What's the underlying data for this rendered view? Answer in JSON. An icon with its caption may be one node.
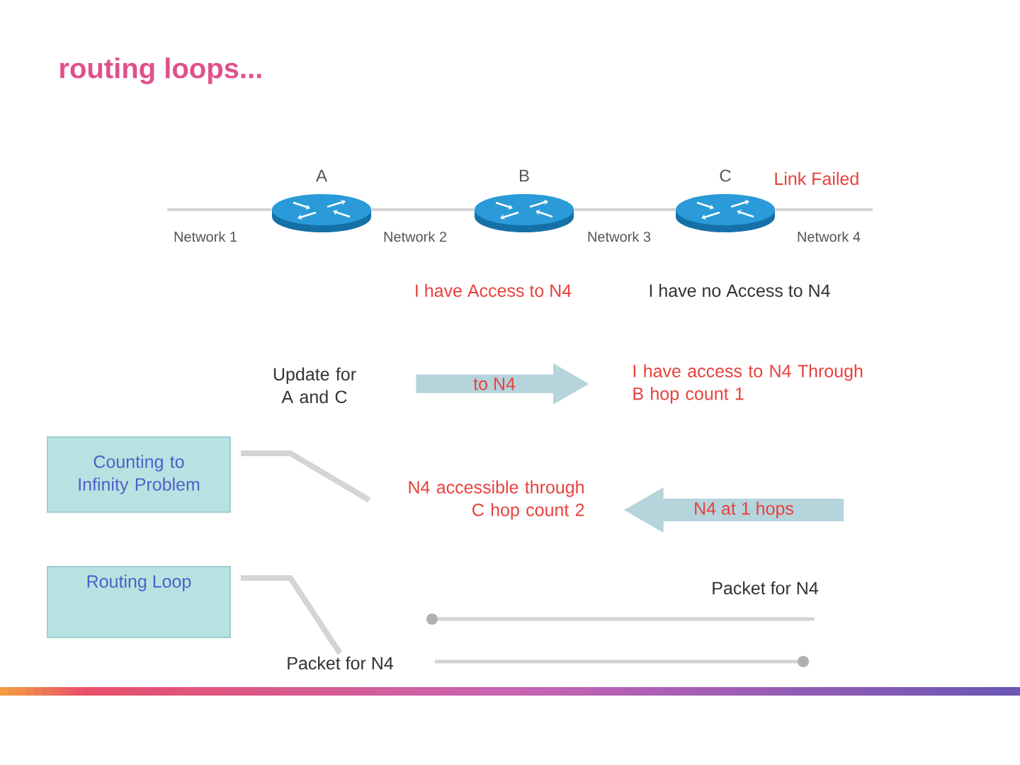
{
  "diagram": {
    "title": "routing loops...",
    "nodes": [
      {
        "text": [
          "A"
        ]
      },
      {
        "text": [
          "B"
        ],
        "beside": [
          "I have Access to N4"
        ]
      },
      {
        "text": [
          "C"
        ],
        "beside": [
          "I have no Access to N4"
        ]
      },
      {
        "text": [
          "to N4"
        ]
      },
      {
        "text": [
          "Counting to Infinity Problem"
        ]
      },
      {
        "text": [
          "N4 accessible through C hop count 2"
        ]
      },
      {
        "text": [
          "N4 at 1 hops"
        ]
      },
      {
        "text": [
          "Routing Loop"
        ]
      },
      {
        "text": [
          "Packet for N4"
        ]
      }
    ],
    "edges": [
      {
        "from": null,
        "to": 0,
        "arrow": "none",
        "label": "Network 1"
      },
      {
        "from": 0,
        "to": 1,
        "arrow": "none",
        "label": "Network 2"
      },
      {
        "from": 1,
        "to": 2,
        "arrow": "none",
        "label": "Network 3"
      },
      {
        "from": 2,
        "to": null,
        "arrow": "none",
        "label": "Network 4"
      },
      {
        "from": 4,
        "to": 5,
        "arrow": "none",
        "style": "thick"
      },
      {
        "from": 7,
        "to": 8,
        "arrow": "none",
        "style": "thick"
      }
    ],
    "labels": [
      "Link Failed",
      "Update for A and C",
      "I have access to N4 Through B hop count 1",
      "Packet for N4"
    ]
  }
}
